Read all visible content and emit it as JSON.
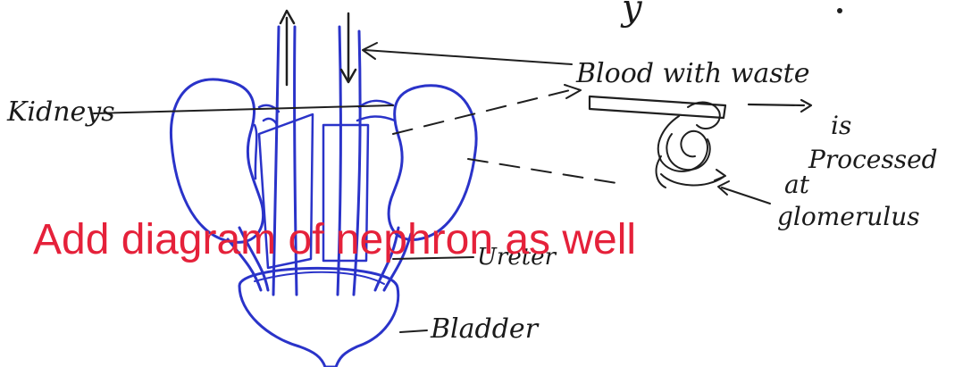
{
  "labels": {
    "top_fragment": "y",
    "blood_with_waste": "Blood with waste",
    "is": "is",
    "processed": "Processed",
    "at": "at",
    "glomerulus": "glomerulus",
    "kidneys": "Kidneys",
    "ureter": "Ureter",
    "bladder": "Bladder"
  },
  "annotation": {
    "text": "Add diagram of nephron as well",
    "color": "#e5213a"
  },
  "colors": {
    "ink": "#1f1f1f",
    "blue_ink": "#2a33c9",
    "annotation": "#e5213a",
    "background": "#ffffff"
  }
}
